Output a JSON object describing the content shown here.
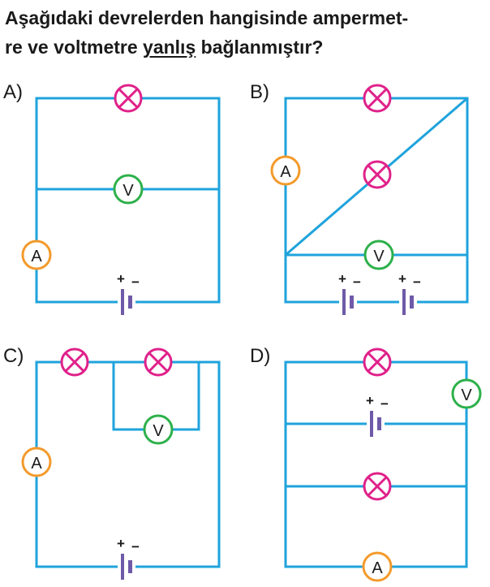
{
  "question": {
    "part1": "Aşağıdaki devrelerden hangisinde ampermet-",
    "part2": "re ve voltmetre ",
    "underlined": "yanlış",
    "part3": " bağlanmıştır?"
  },
  "options": [
    {
      "label": "A)"
    },
    {
      "label": "B)"
    },
    {
      "label": "C)"
    },
    {
      "label": "D)"
    }
  ],
  "symbols": {
    "ammeter": "A",
    "voltmeter": "V",
    "plus": "+",
    "minus": "−"
  },
  "colors": {
    "wire": "#1fa3dc",
    "lamp": "#e0218a",
    "ammeter": "#f39a2b",
    "voltmeter": "#2db04a",
    "battery": "#6e5aa8",
    "text": "#1a1a1a"
  }
}
